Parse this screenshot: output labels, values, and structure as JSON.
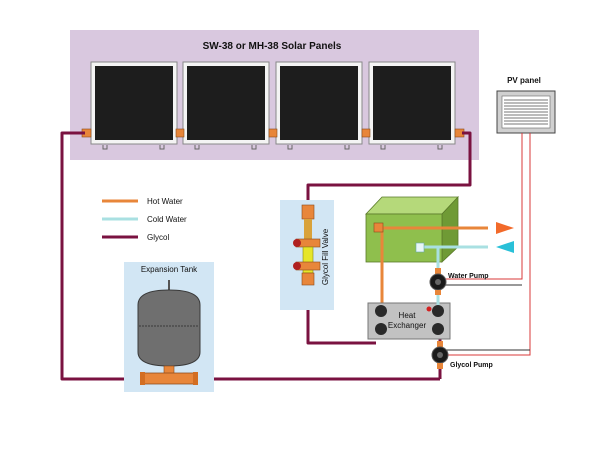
{
  "panels_title": "SW-38 or MH-38 Solar Panels",
  "pv_panel_label": "PV panel",
  "legend": {
    "items": [
      {
        "label": "Hot Water",
        "color": "#e8863a"
      },
      {
        "label": "Cold Water",
        "color": "#a9e0e2"
      },
      {
        "label": "Glycol",
        "color": "#7a1240"
      }
    ]
  },
  "expansion_tank_label": "Expansion Tank",
  "glycol_fill_valve_label": "Glycol Fill Valve",
  "heat_exchanger_label_line1": "Heat",
  "heat_exchanger_label_line2": "Exchanger",
  "water_pump_label": "Water Pump",
  "glycol_pump_label": "Glycol Pump",
  "colors": {
    "panel_bg": "#d9c8df",
    "glycol": "#7a1240",
    "hot": "#e8863a",
    "cold": "#a9e0e2",
    "wire": "#d8383a",
    "tank_box": "#d2e6f4",
    "storage_tank": "#8fbf4d",
    "hot_arrow": "#f26a2a",
    "cold_arrow": "#29c0d8"
  }
}
